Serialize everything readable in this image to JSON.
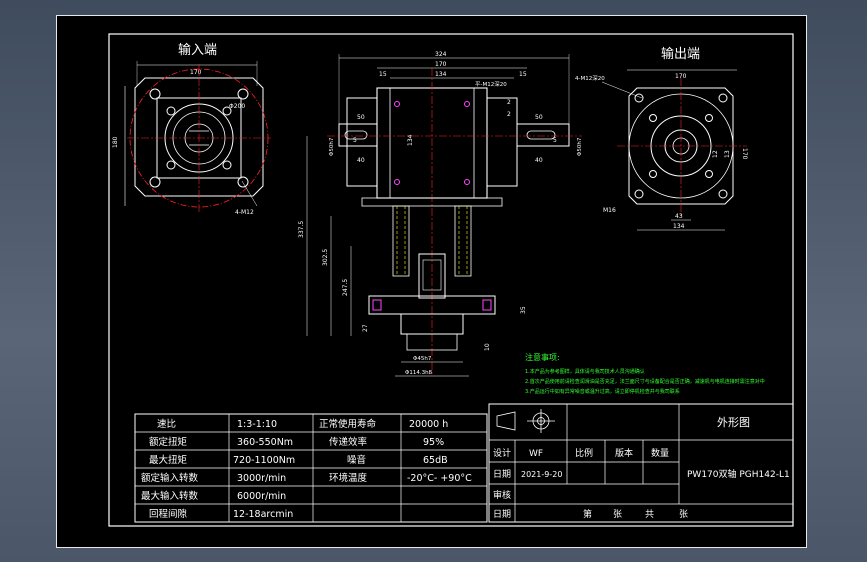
{
  "views": {
    "input_title": "输入端",
    "output_title": "输出端",
    "input_dims": {
      "top": "170",
      "left": "180",
      "dia": "Φ200",
      "holes": "4-M12"
    },
    "output_dims": {
      "top": "170",
      "right": "170",
      "holes": "4-M12深20",
      "m16": "M16",
      "d43": "43",
      "d12": "12",
      "d134": "134",
      "d13": "13"
    },
    "front_dims": {
      "w324": "324",
      "w170": "170",
      "w134": "134",
      "s15a": "15",
      "s15b": "15",
      "s2a": "2",
      "s2b": "2",
      "key": "平-M12深20",
      "k50a": "50",
      "k50b": "50",
      "k40a": "40",
      "k40b": "40",
      "h134": "134",
      "sdL": "Φ50h7",
      "sdR": "Φ50h7",
      "s5a": "5",
      "s5b": "5",
      "v3375": "337.5",
      "v3025": "302.5",
      "v2475": "247.5",
      "v27": "27",
      "v35": "35",
      "v10": "10",
      "fd1": "Φ45h7",
      "fd2": "Φ114.3h8"
    }
  },
  "notes": {
    "title": "注意事项:",
    "lines": [
      "1.本产品为参考图样，具体请与我司技术人员沟通确认",
      "2.首次产品使用前请检查润滑油是否充足，法兰面尺寸与设备配合是否正确，减速机与电机连接时需注意对中",
      "3.产品运行中如有异常噪音或温升过高，请立即停机检查并与我司联系"
    ]
  },
  "specs": [
    {
      "label": "速比",
      "value": "1:3-1:10",
      "label2": "正常使用寿命",
      "value2": "20000 h"
    },
    {
      "label": "额定扭矩",
      "value": "360-550Nm",
      "label2": "传递效率",
      "value2": "95%"
    },
    {
      "label": "最大扭矩",
      "value": "720-1100Nm",
      "label2": "噪音",
      "value2": "65dB"
    },
    {
      "label": "额定输入转数",
      "value": "3000r/min",
      "label2": "环境温度",
      "value2": "-20°C- +90°C"
    },
    {
      "label": "最大输入转数",
      "value": "6000r/min",
      "label2": "",
      "value2": ""
    },
    {
      "label": "回程间隙",
      "value": "12-18arcmin",
      "label2": "",
      "value2": ""
    }
  ],
  "titleblock": {
    "drawing_type": "外形图",
    "design_label": "设计",
    "designer": "WF",
    "scale_label": "比例",
    "version_label": "版本",
    "qty_label": "数量",
    "date_label": "日期",
    "date": "2021-9-20",
    "review_label": "审核",
    "date2_label": "日期",
    "part_name": "PW170双轴 PGH142-L1",
    "sheet_di": "第",
    "sheet_zhang": "张",
    "sheet_gong": "共",
    "sheet_zhang2": "张"
  },
  "colors": {
    "line": "#ffffff",
    "center": "#ff2222",
    "hole": "#ff44ff",
    "note": "#33ff33",
    "hidden": "#ffff00"
  }
}
